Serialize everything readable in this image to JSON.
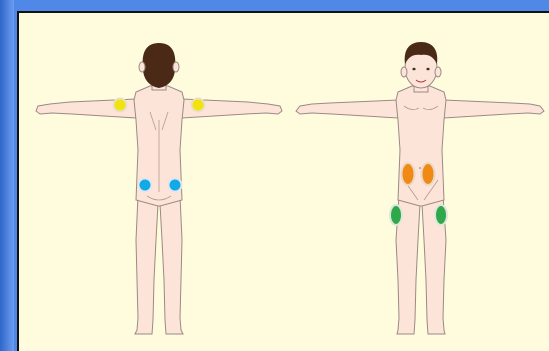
{
  "diagram": {
    "frame_color": "#4f88e6",
    "panel_color": "#fffbdd",
    "skin_color": "#fde4d8",
    "outline_color": "#9a8a84",
    "hair_color": "#4a2a17",
    "figures": [
      {
        "id": "back",
        "view": "back"
      },
      {
        "id": "front",
        "view": "front"
      }
    ],
    "marker_groups": [
      {
        "name": "upper-arm",
        "color": "#f2e20e",
        "figure": "back",
        "count": 2
      },
      {
        "name": "lower-back",
        "color": "#12a9e6",
        "figure": "back",
        "count": 2
      },
      {
        "name": "abdomen",
        "color": "#f08a14",
        "figure": "front",
        "count": 2
      },
      {
        "name": "thigh",
        "color": "#2ea84a",
        "figure": "front",
        "count": 2
      }
    ]
  }
}
